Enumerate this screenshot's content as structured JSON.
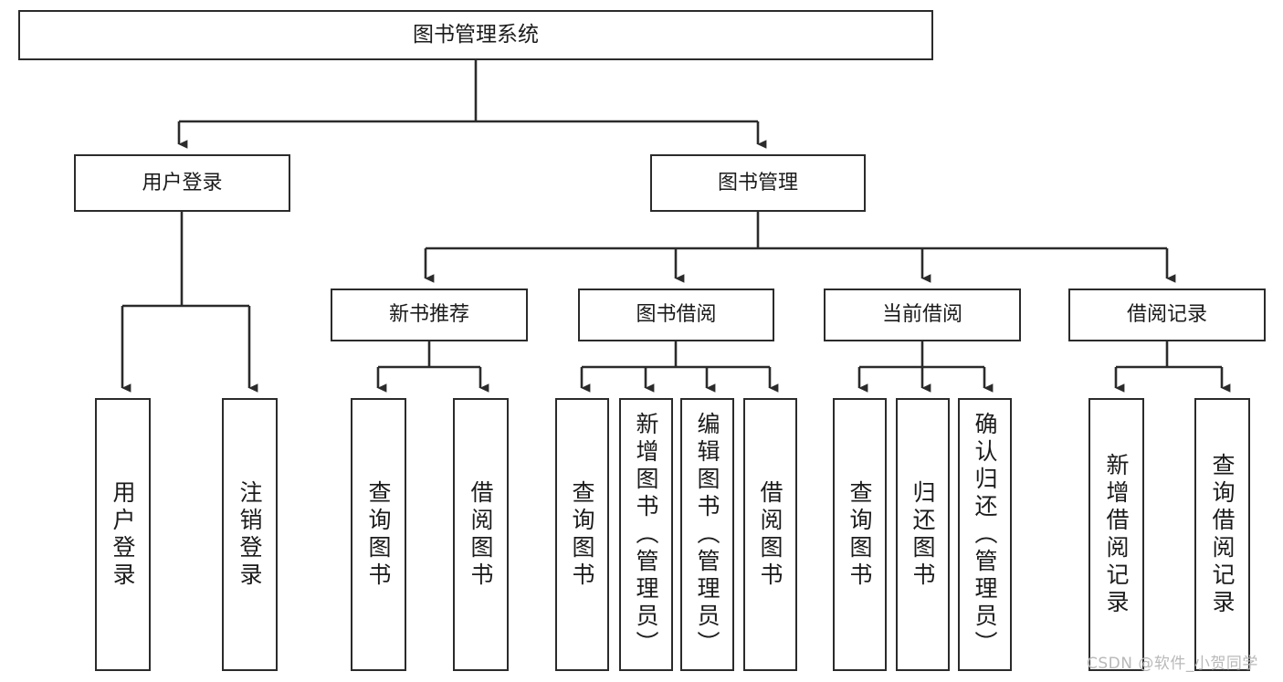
{
  "diagram": {
    "title": "图书管理系统",
    "type": "hierarchy-tree",
    "root": {
      "label": "图书管理系统"
    },
    "level2": [
      {
        "label": "用户登录"
      },
      {
        "label": "图书管理"
      }
    ],
    "level3": [
      {
        "label": "新书推荐"
      },
      {
        "label": "图书借阅"
      },
      {
        "label": "当前借阅"
      },
      {
        "label": "借阅记录"
      }
    ],
    "leaves": {
      "user_login": [
        {
          "label": "用户登录"
        },
        {
          "label": "注销登录"
        }
      ],
      "new_book_recommend": [
        {
          "label": "查询图书"
        },
        {
          "label": "借阅图书"
        }
      ],
      "book_borrow": [
        {
          "label": "查询图书"
        },
        {
          "label": "新增图书（管理员）"
        },
        {
          "label": "编辑图书（管理员）"
        },
        {
          "label": "借阅图书"
        }
      ],
      "current_borrow": [
        {
          "label": "查询图书"
        },
        {
          "label": "归还图书"
        },
        {
          "label": "确认归还（管理员）"
        }
      ],
      "borrow_record": [
        {
          "label": "新增借阅记录"
        },
        {
          "label": "查询借阅记录"
        }
      ]
    },
    "colors": {
      "stroke": "#2b2b2b",
      "fill": "#ffffff",
      "text": "#1b1b1b",
      "watermark": "#b9b9b9"
    }
  },
  "watermark": {
    "text": "CSDN @软件_小贺同学"
  }
}
